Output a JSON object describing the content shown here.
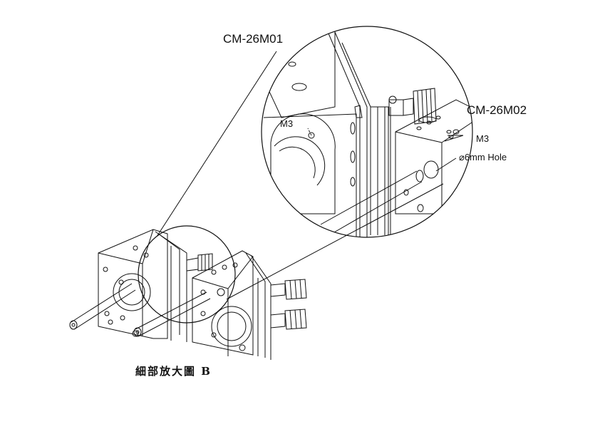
{
  "labels": {
    "model_left": "CM-26M01",
    "model_right": "CM-26M02",
    "m3_left": "M3",
    "m3_right": "M3",
    "hole": "⌀6mm Hole"
  },
  "caption": "細部放大圖  B"
}
